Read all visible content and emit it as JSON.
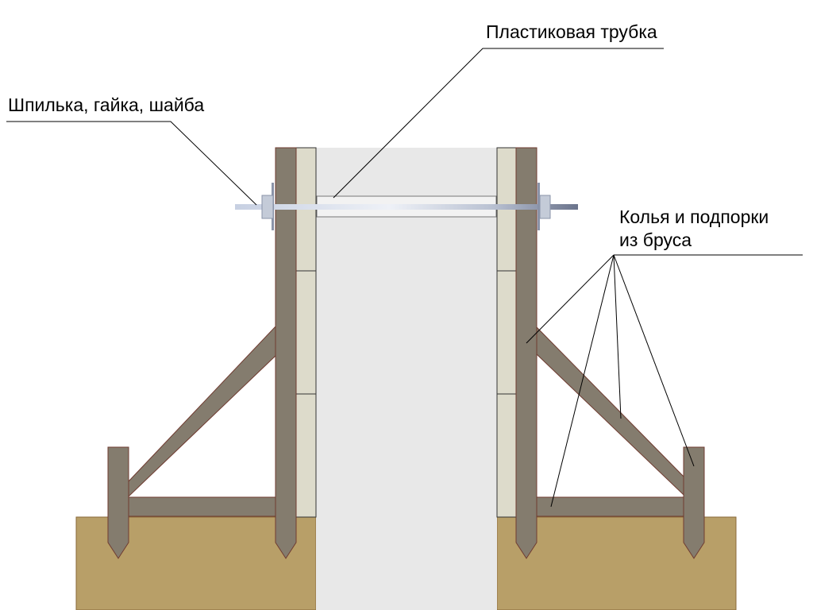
{
  "labels": {
    "plastic_tube": "Пластиковая трубка",
    "stud_nut_washer": "Шпилька, гайка, шайба",
    "stakes_line1": "Колья и подпорки",
    "stakes_line2": "из бруса"
  },
  "colors": {
    "background": "#ffffff",
    "ground": "#b89f68",
    "ground_stroke": "#8a6a3a",
    "timber": "#847c6e",
    "timber_stroke": "#6f3b30",
    "board": "#dddbcb",
    "concrete": "#e8e8e8",
    "tube": "#f2f2f2",
    "rod_light": "#c9d2e3",
    "rod_dark": "#6f7890",
    "nut": "#9aa2b2",
    "leader": "#000000"
  },
  "icons": {
    "stud": "threaded-rod-icon",
    "nut": "nut-icon",
    "washer": "washer-icon"
  }
}
